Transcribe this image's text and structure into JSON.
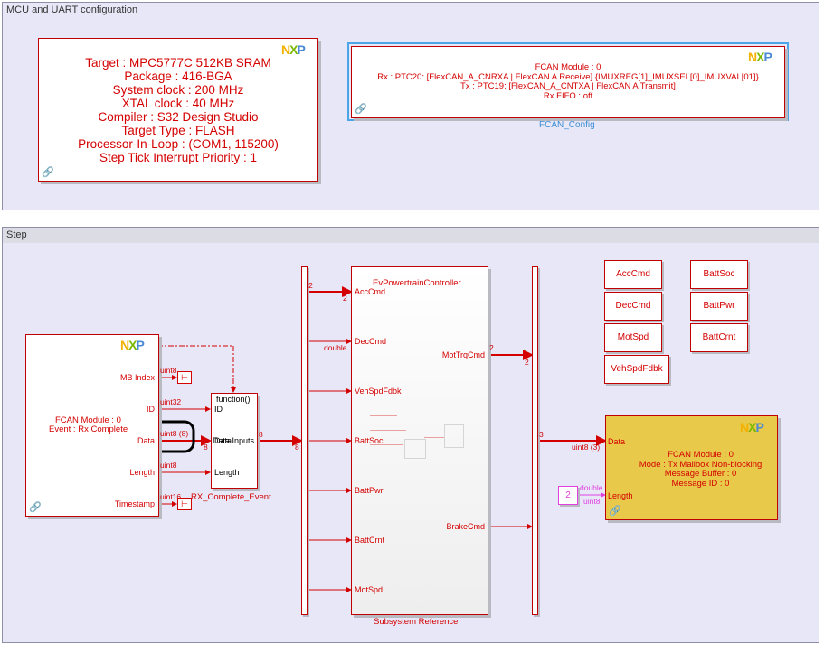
{
  "areas": {
    "top_title": "MCU and UART configuration",
    "step_title": "Step"
  },
  "mcu_block": {
    "lines": [
      "Target : MPC5777C 512KB SRAM",
      "Package : 416-BGA",
      "System clock : 200 MHz",
      "XTAL clock : 40 MHz",
      "Compiler : S32 Design Studio",
      "Target Type : FLASH",
      "Processor-In-Loop : (COM1, 115200)",
      "Step Tick Interrupt Priority : 1"
    ]
  },
  "fcan_config": {
    "lines": [
      "FCAN Module : 0",
      "Rx : PTC20: [FlexCAN_A_CNRXA | FlexCAN A Receive] {IMUXREG[1]_IMUXSEL[0]_IMUXVAL[01]}",
      "Tx : PTC19: [FlexCAN_A_CNTXA | FlexCAN A Transmit]",
      "Rx FIFO : off"
    ],
    "caption": "FCAN_Config"
  },
  "rx_block": {
    "lines": [
      "FCAN Module : 0",
      "Event : Rx Complete"
    ],
    "ports": [
      "MB Index",
      "ID",
      "Data",
      "Length",
      "Timestamp"
    ]
  },
  "signals": {
    "mb_type": "uint8",
    "id_type": "uint32",
    "data_type": "uint8 (8)",
    "len_type": "uint8",
    "ts_type": "uint16",
    "width_8a": "8",
    "width_8b": "8",
    "width_8c": "8",
    "width_2a": "2",
    "width_2b": "2",
    "width_2c": "2",
    "width_2d": "2",
    "width_3": "3",
    "double_label": "double",
    "tx_data_type": "uint8 (3)",
    "tx_len_double": "double",
    "tx_len_uint": "uint8"
  },
  "fcn_block": {
    "trigger": "function()",
    "ports": [
      "ID",
      "Data",
      "Length"
    ],
    "output": "Data Inputs",
    "caption": "RX_Complete_Event"
  },
  "controller": {
    "title": "EvPowertrainController",
    "inputs": [
      "AccCmd",
      "DecCmd",
      "VehSpdFdbk",
      "BattSoc",
      "BattPwr",
      "BattCrnt",
      "MotSpd"
    ],
    "outputs": [
      "MotTrqCmd",
      "BrakeCmd"
    ],
    "caption": "Subsystem Reference"
  },
  "goto_blocks": [
    "AccCmd",
    "BattSoc",
    "DecCmd",
    "BattPwr",
    "MotSpd",
    "BattCrnt",
    "VehSpdFdbk"
  ],
  "tx_block": {
    "ports": [
      "Data",
      "Length"
    ],
    "lines": [
      "FCAN Module : 0",
      "Mode : Tx Mailbox Non-blocking",
      "Message Buffer : 0",
      "Message ID : 0"
    ]
  },
  "constant": {
    "value": "2"
  },
  "colors": {
    "red": "#d40000",
    "tx_fill": "#e8c94a",
    "area_bg": "#e7e7f7",
    "magenta": "#e040e0"
  }
}
